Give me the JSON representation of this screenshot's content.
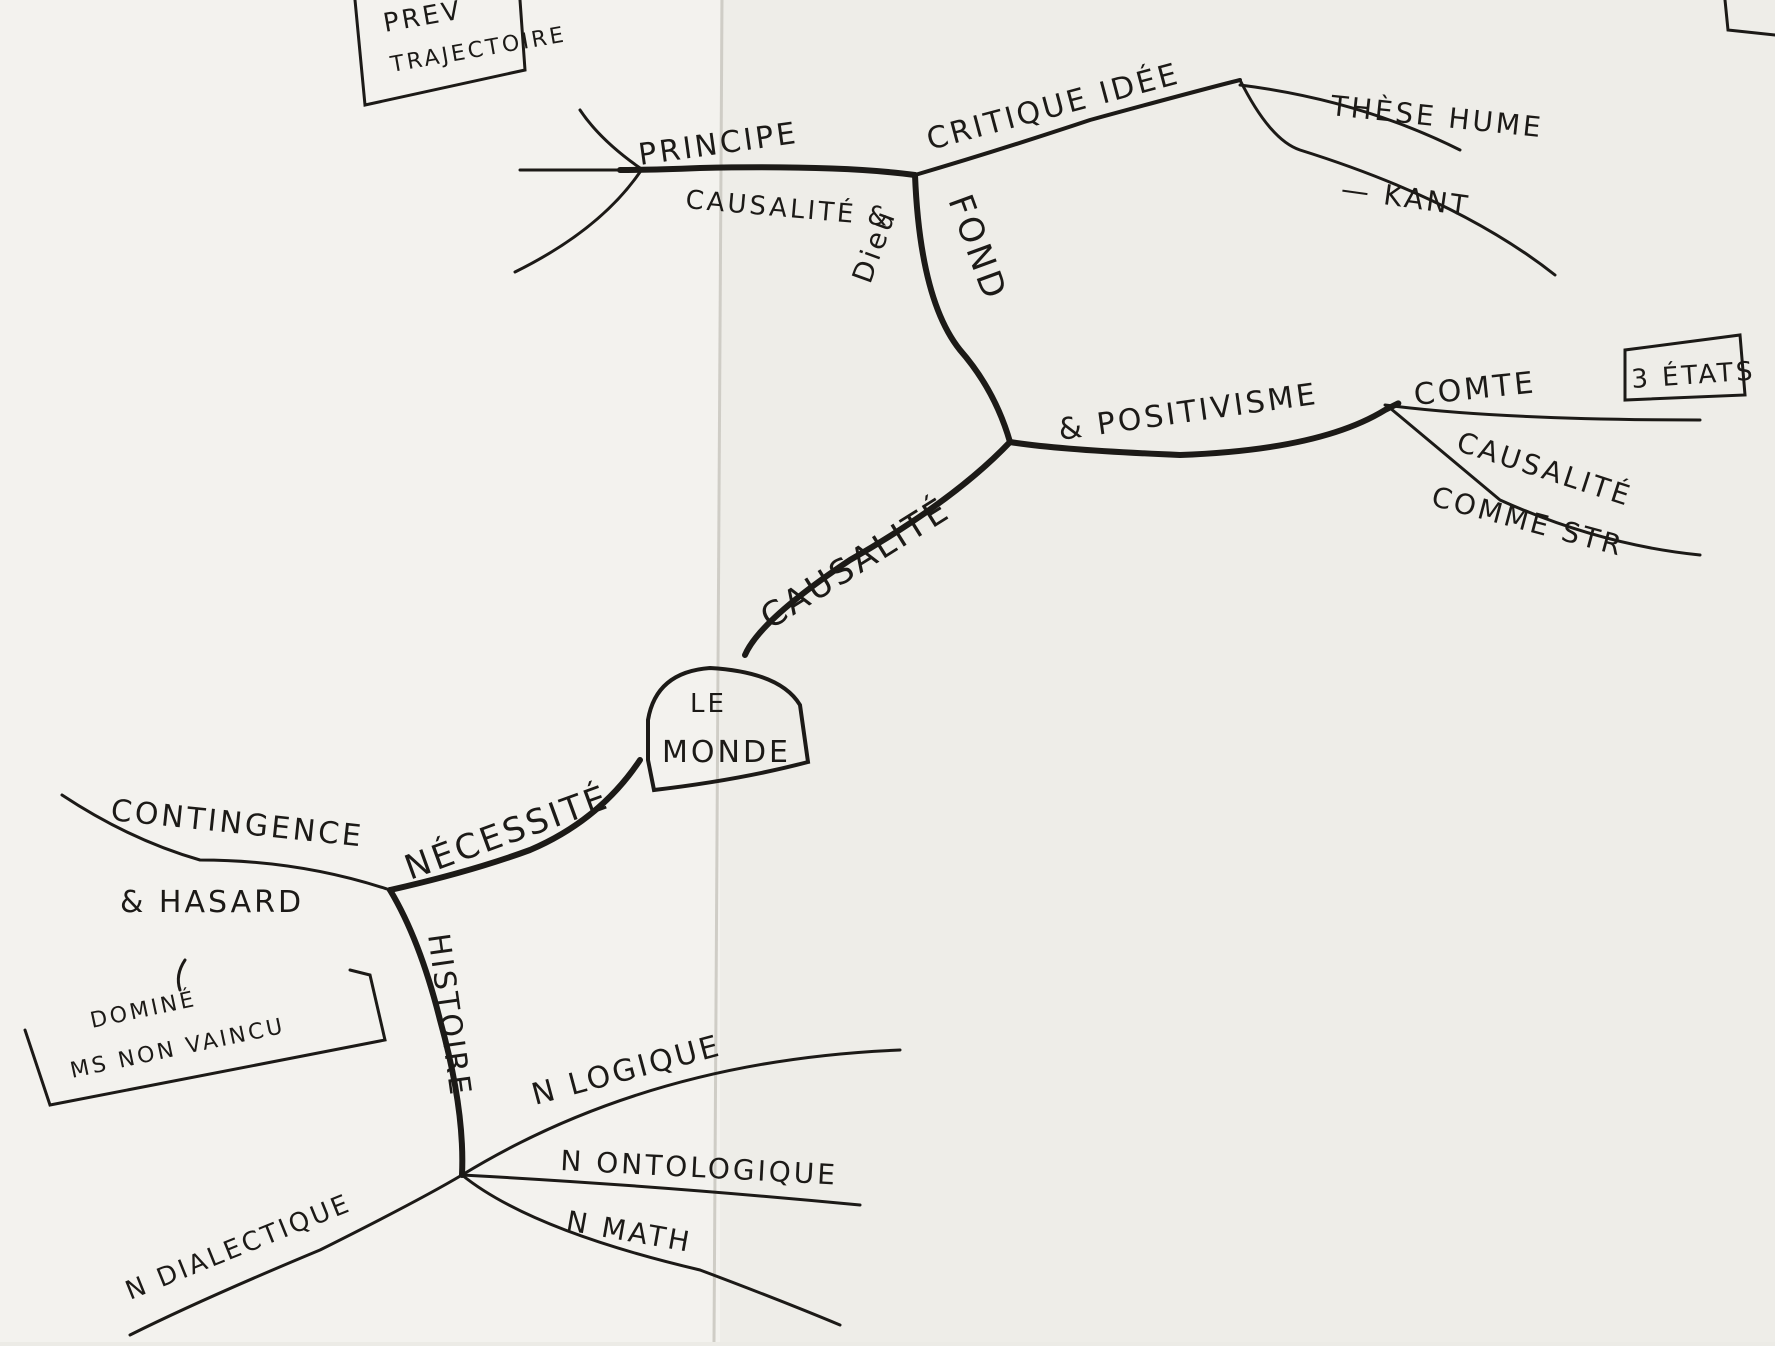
{
  "mindmap": {
    "center": {
      "line1": "LE",
      "line2": "MONDE"
    },
    "top_note": {
      "line1": "PREV",
      "line2": "TRAJECTOIRE"
    },
    "branches": {
      "causalite": "CAUSALITÉ",
      "necessite": "NÉCESSITÉ",
      "histoire": "HISTOIRE",
      "positivisme": "& POSITIVISME",
      "comte": "COMTE",
      "trois_etats": "3 ÉTATS",
      "causalite_comme_str_line1": "CAUSALITÉ",
      "causalite_comme_str_line2": "COMME STR",
      "fond": "FOND",
      "causalite_et": "CAUSALITÉ &",
      "principe": "PRINCIPE",
      "critique_idee": "CRITIQUE IDÉE",
      "these_hume": "THÈSE HUME",
      "kant": "— KANT",
      "dieu_symbol": "Dieu",
      "contingence": "CONTINGENCE",
      "hasard": "& HASARD",
      "domine_line1": "DOMINÉ",
      "domine_line2": "MS NON VAINCU",
      "n_logique": "N LOGIQUE",
      "n_ontologique": "N ONTOLOGIQUE",
      "n_math": "N MATH",
      "n_dialectique": "N DIALECTIQUE"
    }
  }
}
